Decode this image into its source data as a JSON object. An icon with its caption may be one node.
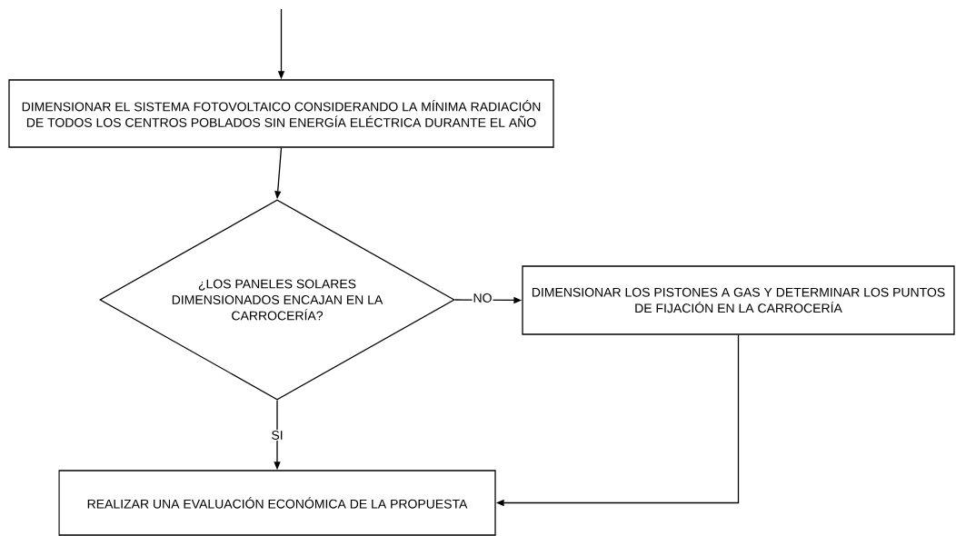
{
  "diagram": {
    "nodes": [
      {
        "text": [
          "DIMENSIONAR EL SISTEMA FOTOVOLTAICO CONSIDERANDO LA MÍNIMA RADIACIÓN DE TODOS LOS CENTROS POBLADOS SIN ENERGÍA ELÉCTRICA DURANTE EL AÑO"
        ]
      },
      {
        "text": [
          "¿LOS PANELES SOLARES DIMENSIONADOS ENCAJAN EN LA CARROCERÍA?"
        ]
      },
      {
        "text": [
          "DIMENSIONAR LOS PISTONES A GAS Y DETERMINAR LOS PUNTOS DE FIJACIÓN EN LA CARROCERÍA"
        ]
      },
      {
        "text": [
          "REALIZAR UNA EVALUACIÓN ECONÓMICA DE LA PROPUESTA"
        ]
      }
    ],
    "edges": [
      {
        "from": null,
        "to": 0,
        "arrow": "to"
      },
      {
        "from": 0,
        "to": 1,
        "arrow": "to"
      },
      {
        "from": 1,
        "to": 2,
        "arrow": "to",
        "label": "NO"
      },
      {
        "from": 1,
        "to": 3,
        "arrow": "to",
        "label": "SI"
      },
      {
        "from": 2,
        "to": 3,
        "arrow": "to"
      }
    ]
  }
}
